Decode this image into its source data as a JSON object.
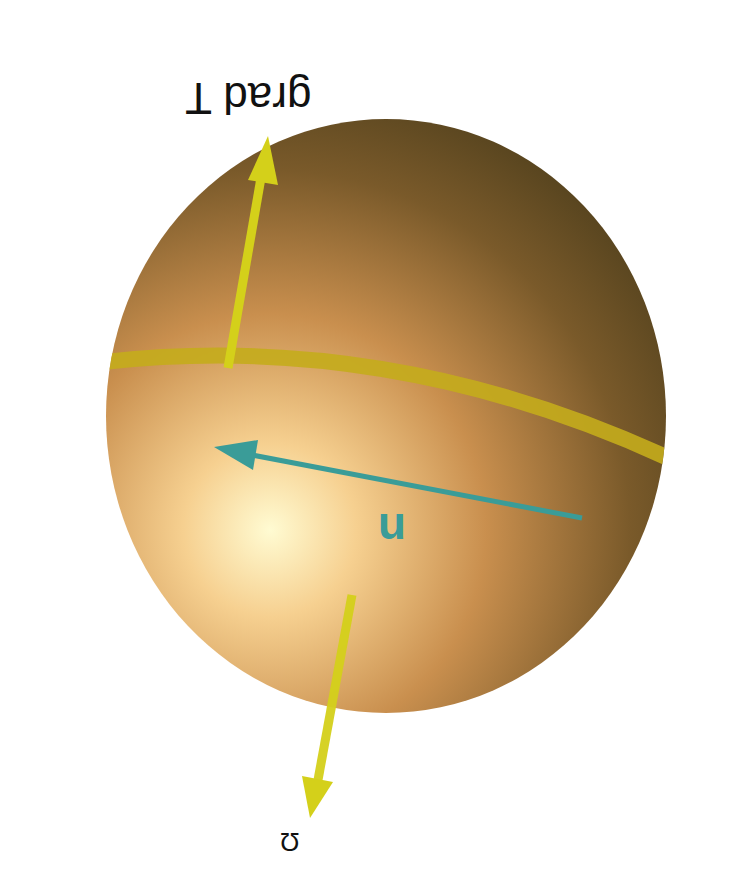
{
  "diagram": {
    "labels": [
      "grad T",
      "n",
      "Ω"
    ]
  }
}
